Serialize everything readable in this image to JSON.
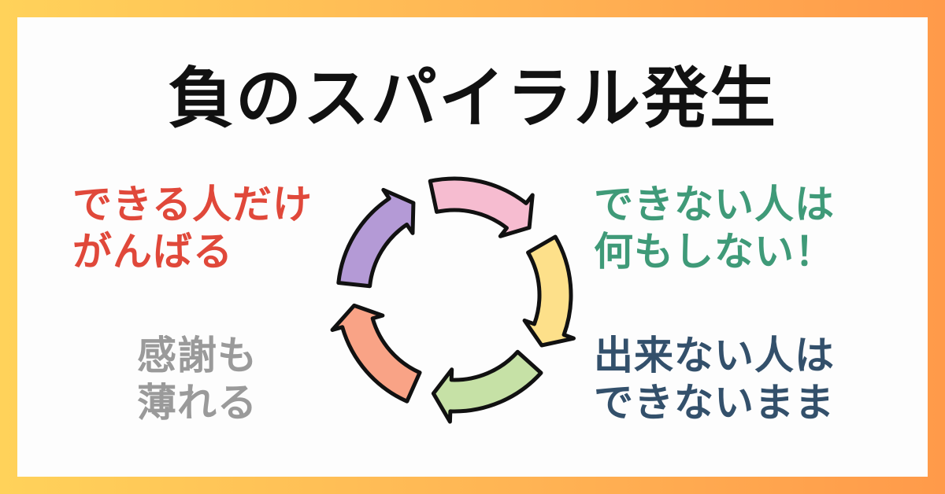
{
  "title": "負のスパイラル発生",
  "labels": {
    "top_left": [
      "できる人だけ",
      "がんばる"
    ],
    "top_right": [
      "できない人は",
      "何もしない！"
    ],
    "bottom_right": [
      "出来ない人は",
      "できないまま"
    ],
    "bottom_left": [
      "感謝も",
      "薄れる"
    ]
  },
  "colors": {
    "background_gradient": [
      "#ffd25a",
      "#ff9a4a"
    ],
    "top_left_text": "#e0483a",
    "top_right_text": "#3f9a78",
    "bottom_right_text": "#33506b",
    "bottom_left_text": "#9a9a9a",
    "arrows": [
      "#f6bcd0",
      "#fde08a",
      "#c6e1a6",
      "#f9a386",
      "#b49ad6"
    ]
  },
  "diagram": {
    "type": "cycle",
    "arrow_count": 5,
    "direction": "clockwise"
  }
}
